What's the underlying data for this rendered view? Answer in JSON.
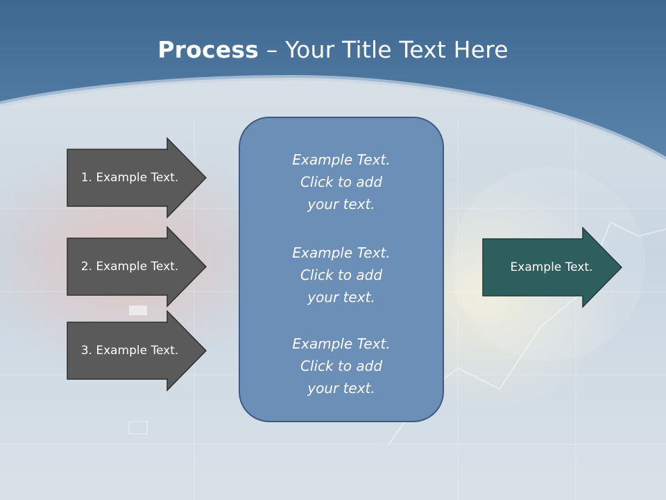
{
  "slide": {
    "title_bold": "Process",
    "title_rest": " – Your Title Text Here"
  },
  "left_arrows": [
    {
      "label": "1. Example Text."
    },
    {
      "label": "2. Example Text."
    },
    {
      "label": "3. Example Text."
    }
  ],
  "center_box": {
    "blocks": [
      {
        "line1": "Example Text.",
        "line2": "Click  to add",
        "line3": "your text."
      },
      {
        "line1": "Example Text.",
        "line2": "Click  to add",
        "line3": "your text."
      },
      {
        "line1": "Example Text.",
        "line2": "Click  to add",
        "line3": "your text."
      }
    ]
  },
  "right_arrow": {
    "label": "Example Text."
  },
  "colors": {
    "header": "#4f77a0",
    "left_arrow_fill": "#5a5a5a",
    "center_box_fill": "#6b8fb7",
    "right_arrow_fill": "#2f5e5e"
  }
}
